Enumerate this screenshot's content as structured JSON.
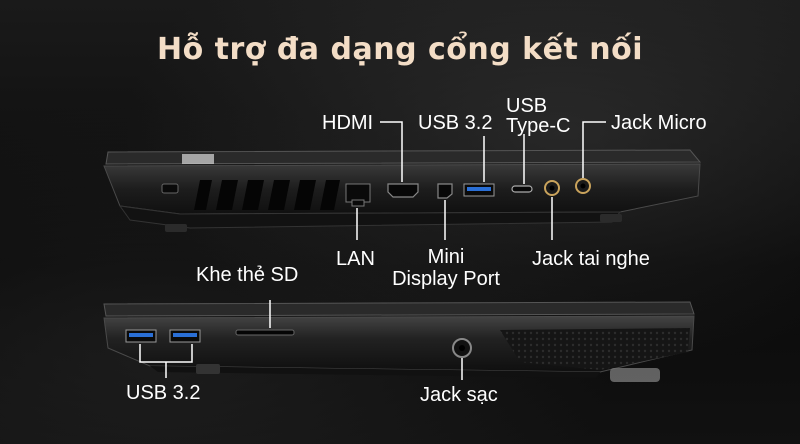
{
  "title": "Hỗ trợ đa dạng cổng kết nối",
  "labels": {
    "hdmi": "HDMI",
    "usb32_top": "USB 3.2",
    "usb_typec_line1": "USB",
    "usb_typec_line2": "Type-C",
    "jack_micro": "Jack Micro",
    "lan": "LAN",
    "mini_line1": "Mini",
    "mini_line2": "Display Port",
    "jack_tai_nghe": "Jack tai nghe",
    "khe_the_sd": "Khe thẻ SD",
    "usb32_bottom": "USB 3.2",
    "jack_sac": "Jack sạc"
  },
  "colors": {
    "title": "#f3ddc6",
    "label": "#ffffff",
    "usb_blue": "#2a6fd6",
    "laptop_body": "#1c1c1c"
  }
}
